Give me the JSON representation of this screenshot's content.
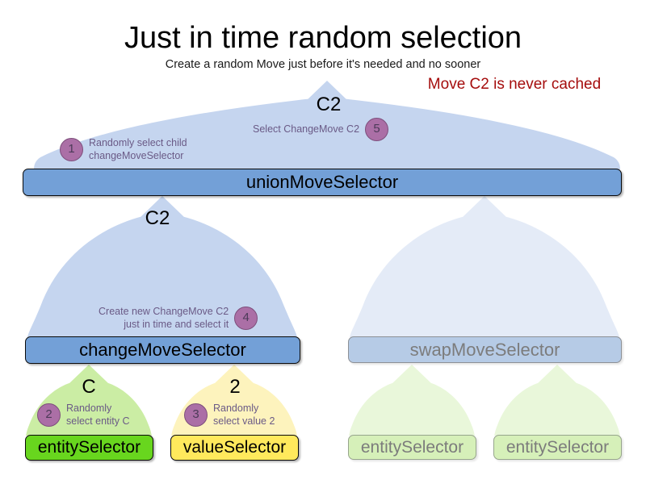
{
  "header": {
    "title": "Just in time random selection",
    "subtitle": "Create a random Move just before it's needed and no sooner",
    "note": "Move C2 is never cached",
    "note_color": "#a50d0d"
  },
  "flow_labels": {
    "union": "C2",
    "change": "C2",
    "entity": "C",
    "value": "2"
  },
  "nodes": {
    "union": "unionMoveSelector",
    "change": "changeMoveSelector",
    "swap": "swapMoveSelector",
    "entity": "entitySelector",
    "value": "valueSelector",
    "entity_right_1": "entitySelector",
    "entity_right_2": "entitySelector"
  },
  "steps": [
    {
      "number": "1",
      "text": "Randomly select child\nchangeMoveSelector"
    },
    {
      "number": "2",
      "text": "Randomly\nselect entity C"
    },
    {
      "number": "3",
      "text": "Randomly\nselect value 2"
    },
    {
      "number": "4",
      "text": "Create new ChangeMove C2\njust in time and select it"
    },
    {
      "number": "5",
      "text": "Select ChangeMove C2"
    }
  ],
  "colors": {
    "flow_blue": "#c5d5ef",
    "flow_blue_faded": "#e4ebf7",
    "flow_green": "#cbeda4",
    "flow_green_faded": "#e9f7da",
    "flow_yellow": "#fdf3bd",
    "bar_blue": "#73a0d7",
    "bar_blue_faded": "#b6cbe6",
    "bar_green": "#68d61e",
    "bar_yellow": "#ffe95c",
    "bar_green_faded": "#d6f0b9",
    "badge_purple": "#ab6fa6",
    "annotation_text": "#6a5a86"
  }
}
